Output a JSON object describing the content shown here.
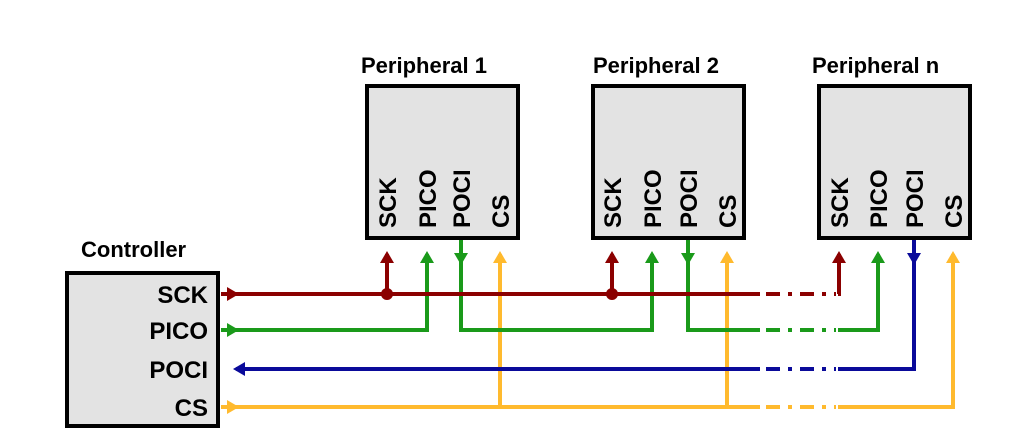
{
  "controller": {
    "title": "Controller",
    "pins": [
      "SCK",
      "PICO",
      "POCI",
      "CS"
    ]
  },
  "peripherals": [
    {
      "title": "Peripheral 1",
      "pins": [
        "SCK",
        "PICO",
        "POCI",
        "CS"
      ]
    },
    {
      "title": "Peripheral 2",
      "pins": [
        "SCK",
        "PICO",
        "POCI",
        "CS"
      ]
    },
    {
      "title": "Peripheral n",
      "pins": [
        "SCK",
        "PICO",
        "POCI",
        "CS"
      ]
    }
  ],
  "signals": {
    "sck": {
      "name": "SCK",
      "color": "#8b0000",
      "direction": "controller-to-peripheral"
    },
    "pico": {
      "name": "PICO",
      "color": "#1a9a1a",
      "direction": "controller-to-peripheral"
    },
    "poci": {
      "name": "POCI",
      "color": "#0a0a9a",
      "direction": "peripheral-to-controller"
    },
    "cs": {
      "name": "CS",
      "color": "#ffba2e",
      "direction": "controller-to-peripheral"
    }
  }
}
